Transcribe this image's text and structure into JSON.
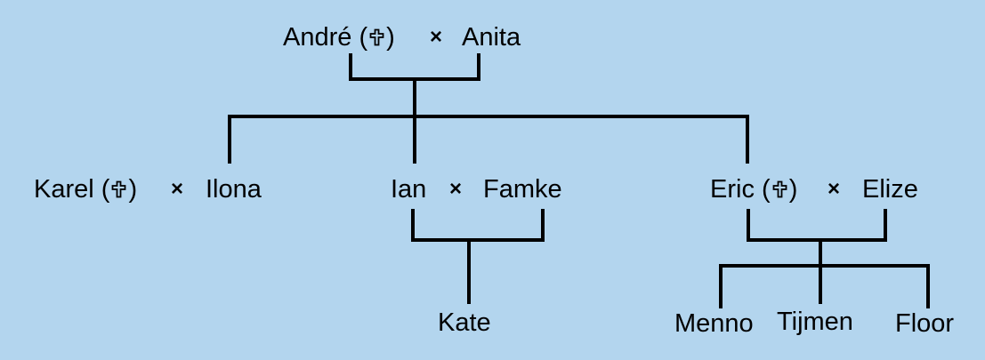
{
  "diagram": {
    "marriage_symbol": "×",
    "deceased_icon": "latin-cross-outline-icon",
    "generation_1": {
      "andre": {
        "name": "André",
        "deceased": true
      },
      "anita": {
        "name": "Anita",
        "deceased": false
      }
    },
    "generation_2": {
      "karel": {
        "name": "Karel",
        "deceased": true
      },
      "ilona": {
        "name": "Ilona",
        "deceased": false
      },
      "ian": {
        "name": "Ian",
        "deceased": false
      },
      "famke": {
        "name": "Famke",
        "deceased": false
      },
      "eric": {
        "name": "Eric",
        "deceased": true
      },
      "elize": {
        "name": "Elize",
        "deceased": false
      }
    },
    "generation_3": {
      "kate": {
        "name": "Kate",
        "deceased": false
      },
      "menno": {
        "name": "Menno",
        "deceased": false
      },
      "tijmen": {
        "name": "Tijmen",
        "deceased": false
      },
      "floor": {
        "name": "Floor",
        "deceased": false
      }
    }
  }
}
